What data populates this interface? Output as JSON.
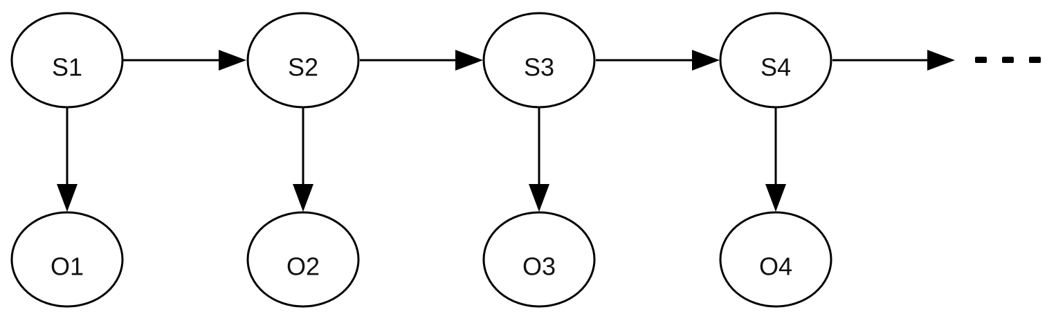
{
  "diagram": {
    "state_nodes": [
      {
        "id": "s1",
        "label": "S1"
      },
      {
        "id": "s2",
        "label": "S2"
      },
      {
        "id": "s3",
        "label": "S3"
      },
      {
        "id": "s4",
        "label": "S4"
      }
    ],
    "observation_nodes": [
      {
        "id": "o1",
        "label": "O1"
      },
      {
        "id": "o2",
        "label": "O2"
      },
      {
        "id": "o3",
        "label": "O3"
      },
      {
        "id": "o4",
        "label": "O4"
      }
    ],
    "edges": [
      {
        "from": "s1",
        "to": "s2"
      },
      {
        "from": "s2",
        "to": "s3"
      },
      {
        "from": "s3",
        "to": "s4"
      },
      {
        "from": "s4",
        "to": "continuation"
      },
      {
        "from": "s1",
        "to": "o1"
      },
      {
        "from": "s2",
        "to": "o2"
      },
      {
        "from": "s3",
        "to": "o3"
      },
      {
        "from": "s4",
        "to": "o4"
      }
    ],
    "continuation": "ellipsis"
  }
}
